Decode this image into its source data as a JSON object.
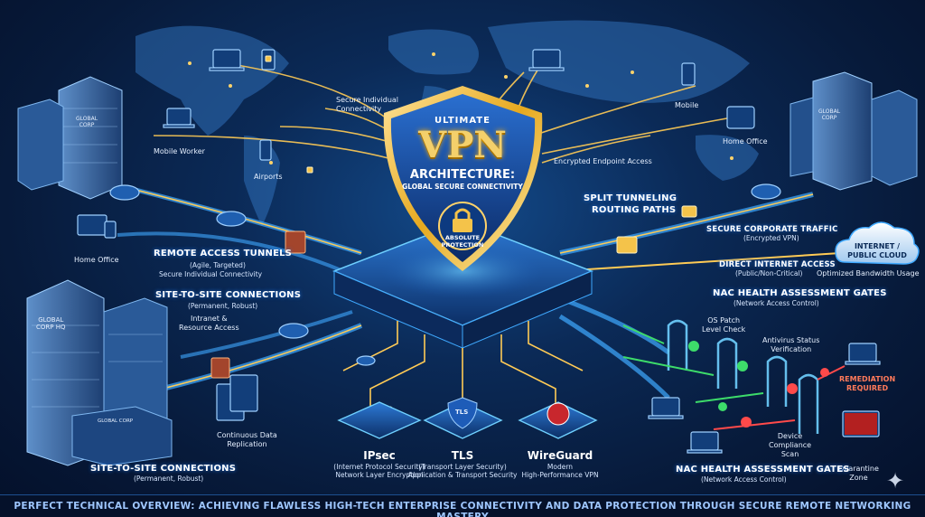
{
  "title": {
    "ultimate": "ULTIMATE",
    "vpn": "VPN",
    "architecture": "ARCHITECTURE:",
    "subtitle": "GLOBAL SECURE CONNECTIVITY",
    "badge_line1": "ABSOLUTE",
    "badge_line2": "PROTECTION"
  },
  "endpoints": {
    "secure_individual": "Secure Individual\nConnectivity",
    "mobile_worker": "Mobile Worker",
    "airports": "Airports",
    "home_office_left": "Home Office",
    "mobile": "Mobile",
    "home_office_right": "Home Office",
    "encrypted_endpoint": "Encrypted Endpoint Access"
  },
  "left": {
    "remote_header": "REMOTE ACCESS TUNNELS",
    "remote_sub1": "(Agile, Targeted)",
    "remote_sub2": "Secure Individual Connectivity",
    "s2s_header": "SITE-TO-SITE CONNECTIONS",
    "s2s_sub": "(Permanent, Robust)",
    "intranet": "Intranet &\nResource Access",
    "replication": "Continuous Data\nReplication",
    "s2s_header_bottom": "SITE-TO-SITE CONNECTIONS",
    "s2s_sub_bottom": "(Permanent, Robust)",
    "building_top": "GLOBAL\nCORP",
    "building_bottom": "GLOBAL\nCORP HQ",
    "building_side": "GLOBAL CORP"
  },
  "right": {
    "split_header1": "SPLIT TUNNELING",
    "split_header2": "ROUTING PATHS",
    "secure_corp": "SECURE CORPORATE TRAFFIC",
    "secure_corp_sub": "(Encrypted VPN)",
    "direct_internet": "DIRECT INTERNET ACCESS",
    "direct_internet_sub": "(Public/Non-Critical)",
    "cloud": "INTERNET /\nPUBLIC CLOUD",
    "bandwidth": "Optimized Bandwidth Usage",
    "building": "GLOBAL\nCORP",
    "nac_header": "NAC HEALTH ASSESSMENT GATES",
    "nac_sub": "(Network Access Control)",
    "os_patch": "OS Patch\nLevel Check",
    "antivirus": "Antivirus Status\nVerification",
    "remediation": "REMEDIATION\nREQUIRED",
    "device_compliance": "Device\nCompliance\nScan",
    "quarantine": "Quarantine\nZone",
    "nac_header_bottom": "NAC HEALTH ASSESSMENT GATES",
    "nac_sub_bottom": "(Network Access Control)"
  },
  "protocols": [
    {
      "name": "IPsec",
      "desc1": "(Internet Protocol Security)",
      "desc2": "Network Layer Encryption"
    },
    {
      "name": "TLS",
      "desc1": "(Transport Layer Security)",
      "desc2": "Application & Transport Security"
    },
    {
      "name": "WireGuard",
      "desc1": "Modern",
      "desc2": "High-Performance VPN"
    }
  ],
  "tls_icon_text": "TLS",
  "footer": "PERFECT TECHNICAL OVERVIEW: ACHIEVING FLAWLESS HIGH-TECH ENTERPRISE CONNECTIVITY AND DATA PROTECTION THROUGH SECURE REMOTE NETWORKING MASTERY",
  "colors": {
    "background": "#06152e",
    "gold": "#f4c34a",
    "blue_glow": "#3fa9ff",
    "shield": "#1b4fa0",
    "check": "#3ddc6a",
    "deny": "#ff4a4a"
  }
}
